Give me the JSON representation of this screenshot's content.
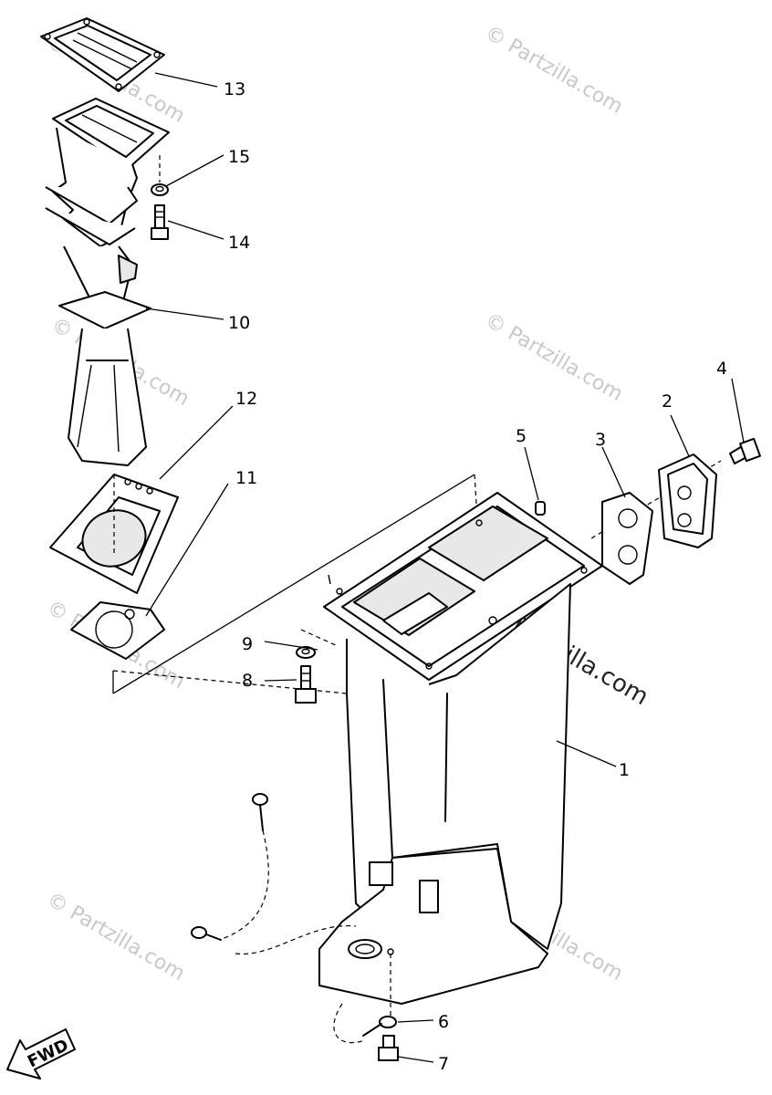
{
  "watermark": {
    "text": "© Partzilla.com",
    "dark_text": "Partzilla.com"
  },
  "callouts": [
    "1",
    "2",
    "3",
    "4",
    "5",
    "6",
    "7",
    "8",
    "9",
    "10",
    "11",
    "12",
    "13",
    "14",
    "15"
  ],
  "direction_arrow": {
    "label": "FWD"
  }
}
